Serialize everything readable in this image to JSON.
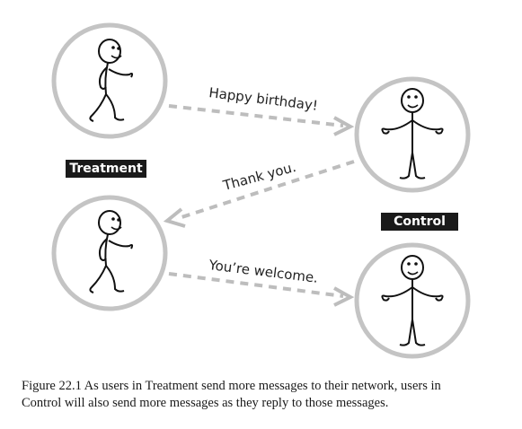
{
  "figure": {
    "messages": {
      "happy_birthday": "Happy birthday!",
      "thank_you": "Thank you.",
      "youre_welcome": "You’re welcome."
    },
    "labels": {
      "treatment": "Treatment",
      "control": "Control"
    },
    "caption": {
      "line1": "Figure 22.1  As users in Treatment send more messages to their network, users in",
      "line2": "Control will also send more messages as they reply to those messages."
    }
  }
}
